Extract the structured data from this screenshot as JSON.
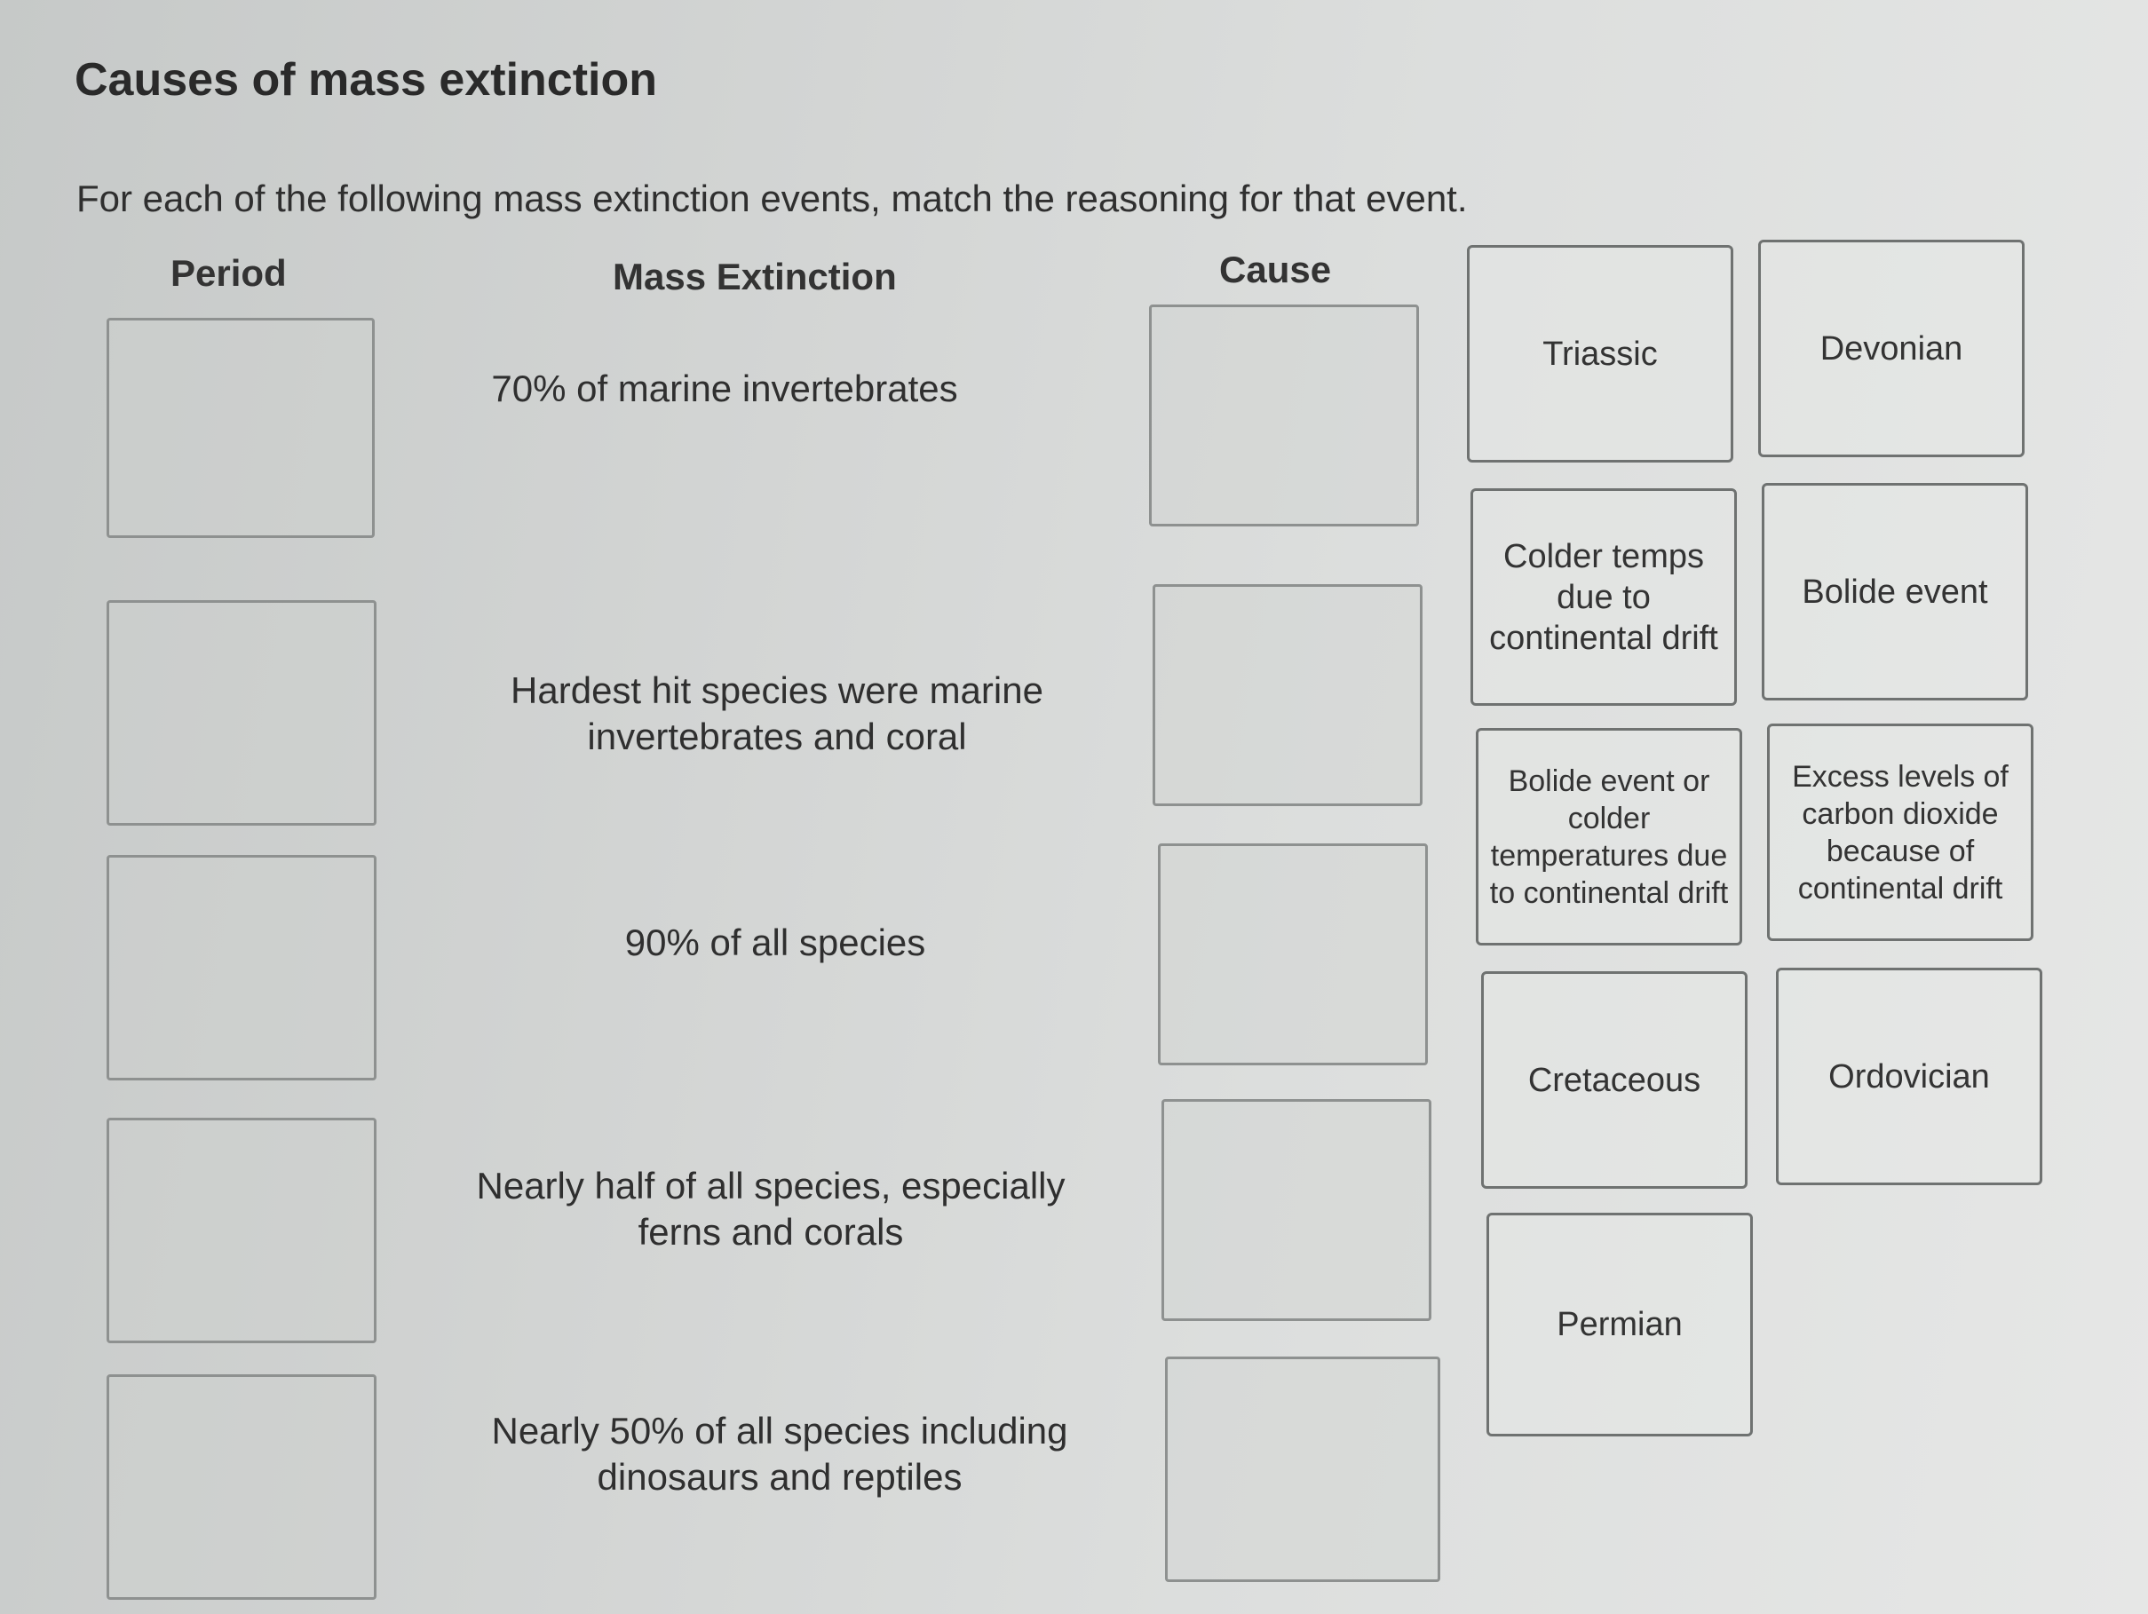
{
  "title": "Causes of mass extinction",
  "instructions": "For each of the following mass extinction events, match the reasoning for that event.",
  "headers": {
    "period": "Period",
    "mass_extinction": "Mass Extinction",
    "cause": "Cause"
  },
  "rows": [
    {
      "extinction": "70% of marine invertebrates"
    },
    {
      "extinction": "Hardest hit species were marine invertebrates and coral"
    },
    {
      "extinction": "90% of all species"
    },
    {
      "extinction": "Nearly half of all species, especially ferns and corals"
    },
    {
      "extinction": "Nearly 50% of all species including dinosaurs and reptiles"
    }
  ],
  "tiles": [
    {
      "label": "Triassic"
    },
    {
      "label": "Devonian"
    },
    {
      "label": "Colder temps due to continental drift"
    },
    {
      "label": "Bolide event"
    },
    {
      "label": "Bolide event or colder temperatures due to continental drift"
    },
    {
      "label": "Excess levels of carbon dioxide because of continental drift"
    },
    {
      "label": "Cretaceous"
    },
    {
      "label": "Ordovician"
    },
    {
      "label": "Permian"
    }
  ]
}
